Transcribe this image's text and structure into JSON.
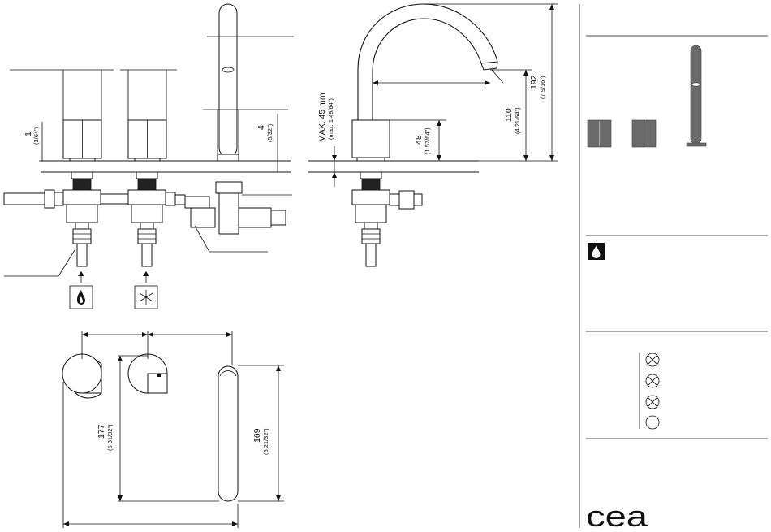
{
  "dimensions": {
    "d1": "1",
    "d1_in": "(3/64\")",
    "d4": "4",
    "d4_in": "(5/32\")",
    "max45": "MAX. 45 mm",
    "max45_in": "(max. 1 49/64\")",
    "d48": "48",
    "d48_in": "(1 57/64\")",
    "d110": "110",
    "d110_in": "(4 21/64\")",
    "d192": "192",
    "d192_in": "(7 9/16\")",
    "d177": "177",
    "d177_in": "(6 31/32\")",
    "d169": "169",
    "d169_in": "(6 21/32\")"
  },
  "icons": {
    "hot": "flame-icon",
    "cold": "snowflake-icon",
    "water": "water-drop-icon",
    "lock_a": "crossed-circle-icon",
    "lock_b": "crossed-circle-icon",
    "lock_c": "crossed-circle-icon",
    "open": "empty-circle-icon"
  },
  "brand": {
    "logo": "cea"
  },
  "colors": {
    "line": "#111111",
    "thumb": "#6b6b6b"
  }
}
